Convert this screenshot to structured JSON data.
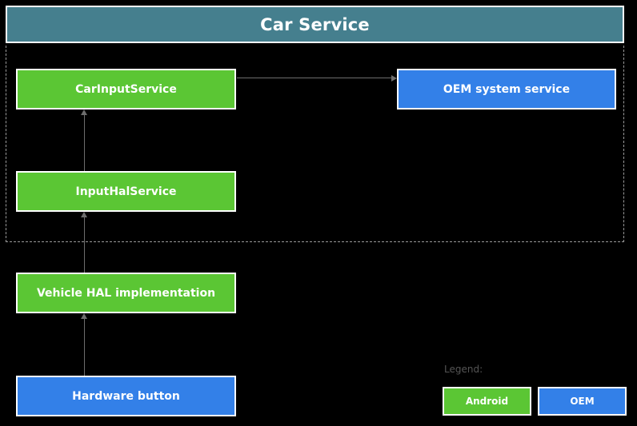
{
  "diagram": {
    "title": "Car Service",
    "background_color": "#000000",
    "header": {
      "label": "Car Service",
      "color": "#457f8e"
    },
    "colors": {
      "android_green": "#5bc634",
      "oem_blue": "#3380e8",
      "header_teal": "#457f8e",
      "connector_gray": "#6d6d6d",
      "dashed_border": "#9a9a9a",
      "legend_label": "#555555"
    },
    "nodes": [
      {
        "id": "car-input-service",
        "label": "CarInputService",
        "kind": "android"
      },
      {
        "id": "oem-system-service",
        "label": "OEM system service",
        "kind": "oem"
      },
      {
        "id": "input-hal-service",
        "label": "InputHalService",
        "kind": "android"
      },
      {
        "id": "vehicle-hal",
        "label": "Vehicle HAL implementation",
        "kind": "android"
      },
      {
        "id": "hardware-button",
        "label": "Hardware button",
        "kind": "oem"
      }
    ],
    "connections": [
      {
        "from": "car-input-service",
        "to": "oem-system-service",
        "direction": "right"
      },
      {
        "from": "input-hal-service",
        "to": "car-input-service",
        "direction": "up"
      },
      {
        "from": "vehicle-hal",
        "to": "input-hal-service",
        "direction": "up"
      },
      {
        "from": "hardware-button",
        "to": "vehicle-hal",
        "direction": "up"
      }
    ],
    "legend": {
      "label": "Legend:",
      "items": [
        {
          "label": "Android",
          "kind": "android"
        },
        {
          "label": "OEM",
          "kind": "oem"
        }
      ]
    }
  }
}
